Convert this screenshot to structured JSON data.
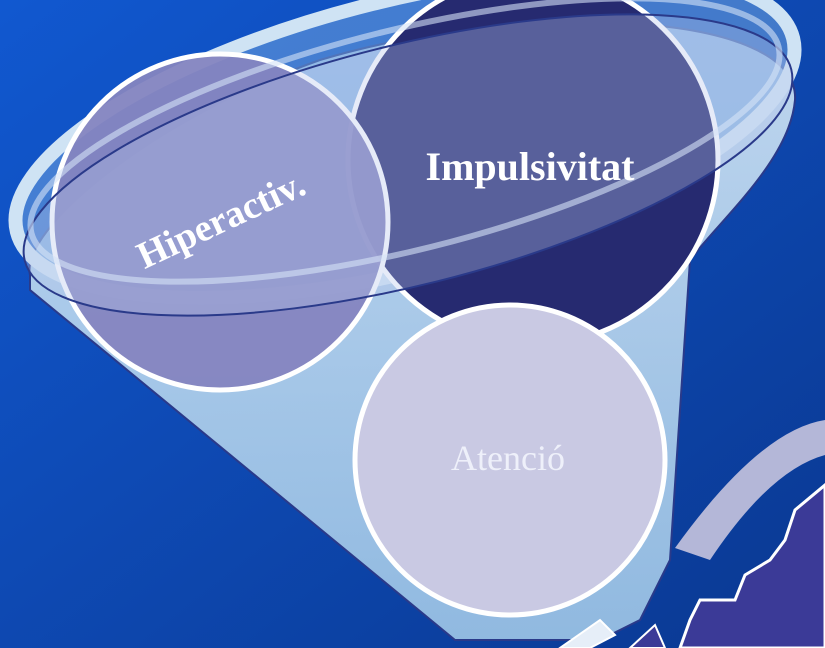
{
  "diagram": {
    "title_circle": {
      "label": "Impulsivitat"
    },
    "hyperactivity_circle": {
      "label": "Hiperactiv."
    },
    "attention_circle": {
      "label": "Atenció"
    }
  },
  "colors": {
    "background_top": "#0d4fc4",
    "background_bottom": "#0b3a9a",
    "funnel_fill": "#a9cdea",
    "funnel_stroke": "#2a3a8a",
    "circle_dark": "#262a70",
    "circle_medium": "#8585c0",
    "circle_light": "#c9c9e3",
    "gear_fill": "#3b3a97",
    "arc_fill": "#b4b7d8",
    "text_dark": "#262a70",
    "text_light": "#ffffff"
  }
}
